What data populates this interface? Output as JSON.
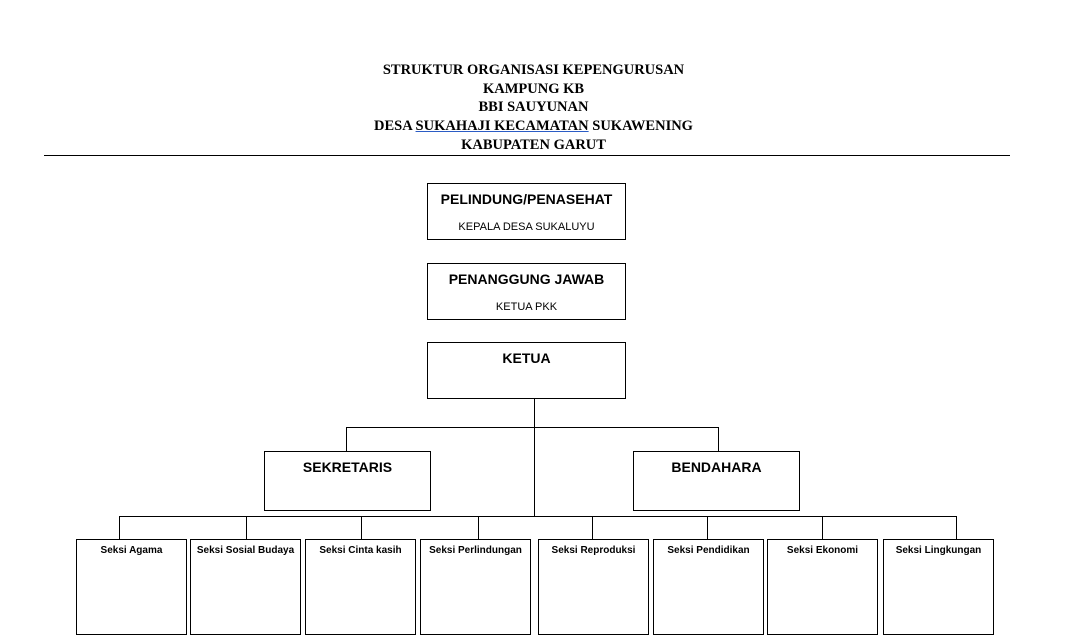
{
  "header": {
    "line1": "STRUKTUR ORGANISASI KEPENGURUSAN",
    "line2": "KAMPUNG KB",
    "line3": "BBI SAUYUNAN",
    "line4_a": "DESA ",
    "line4_b": "SUKAHAJI  KECAMATAN",
    "line4_c": " SUKAWENING",
    "line5": "KABUPATEN GARUT"
  },
  "chart": {
    "pelindung": {
      "title": "PELINDUNG/PENASEHAT",
      "name": "KEPALA DESA SUKALUYU"
    },
    "penanggung": {
      "title": "PENANGGUNG JAWAB",
      "name": "KETUA PKK"
    },
    "ketua": {
      "title": "KETUA"
    },
    "sekretaris": {
      "title": "SEKRETARIS"
    },
    "bendahara": {
      "title": "BENDAHARA"
    },
    "seksi": [
      "Seksi Agama",
      "Seksi Sosial Budaya",
      "Seksi Cinta kasih",
      "Seksi  Perlindungan",
      "Seksi Reproduksi",
      "Seksi Pendidikan",
      "Seksi Ekonomi",
      "Seksi Lingkungan"
    ]
  }
}
